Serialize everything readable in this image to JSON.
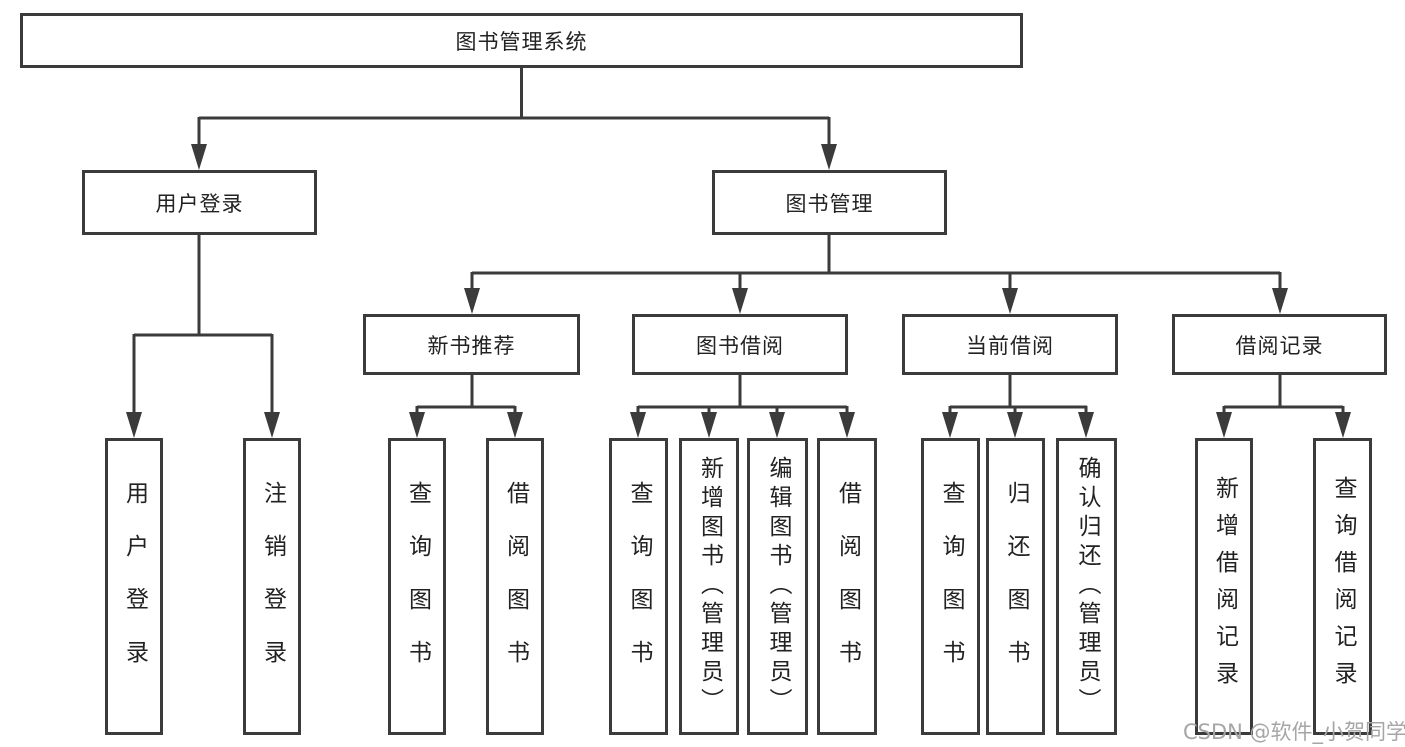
{
  "title": "图书管理系统",
  "level2": {
    "user_login": "用户登录",
    "book_management": "图书管理"
  },
  "level3": {
    "new_book_recommend": "新书推荐",
    "book_borrow": "图书借阅",
    "current_borrow": "当前借阅",
    "borrow_records": "借阅记录"
  },
  "leaves": {
    "login": [
      "用户登录",
      "注销登录"
    ],
    "recommend": [
      "查询图书",
      "借阅图书"
    ],
    "borrow": [
      "查询图书",
      "新增图书（管理员）",
      "编辑图书（管理员）",
      "借阅图书"
    ],
    "current": [
      "查询图书",
      "归还图书",
      "确认归还（管理员）"
    ],
    "records": [
      "新增借阅记录",
      "查询借阅记录"
    ]
  },
  "watermark": "CSDN @软件_小贺同学",
  "colors": {
    "line": "#3b3b3b",
    "text": "#222222",
    "watermark": "#a6a6a6",
    "background": "#ffffff"
  }
}
